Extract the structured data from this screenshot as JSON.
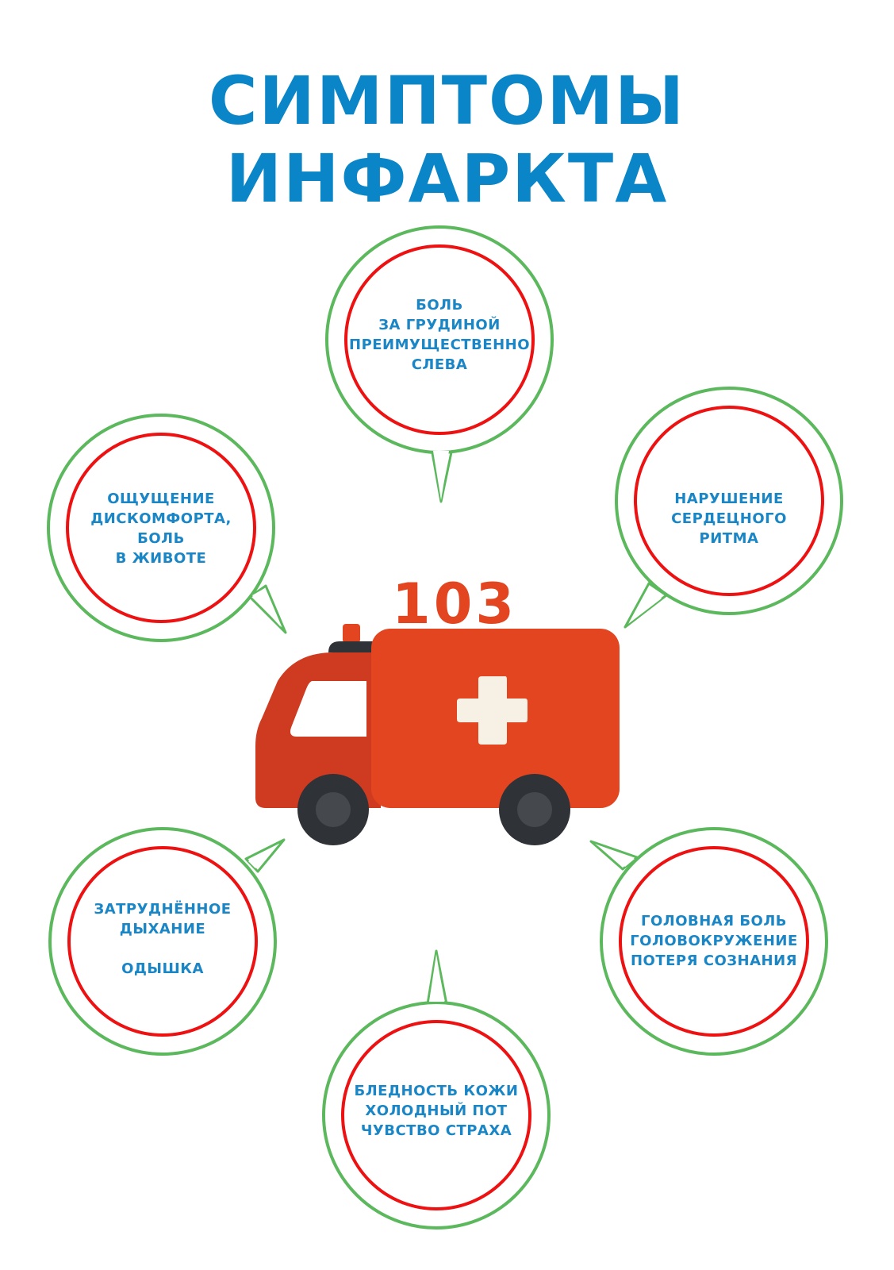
{
  "title": "СИМПТОМЫ ИНФАРКТА",
  "ambulance_number": "103",
  "colors": {
    "title": "#0a86c8",
    "outer_ring": "#5cb85c",
    "inner_ring": "#ee1111",
    "text": "#1a86c6",
    "ambulance_body": "#e2451f",
    "ambulance_cab": "#cf3b20",
    "cross": "#f7f0e4",
    "wheel": "#2f3236"
  },
  "symptoms": [
    {
      "lines": [
        "БОЛЬ",
        "ЗА ГРУДИНОЙ",
        "ПРЕИМУЩЕСТВЕННО",
        "СЛЕВА"
      ]
    },
    {
      "lines": [
        "НАРУШЕНИЕ",
        "СЕРДЕЦНОГО",
        "РИТМА"
      ]
    },
    {
      "lines": [
        "ГОЛОВНАЯ БОЛЬ",
        "ГОЛОВОКРУЖЕНИЕ",
        "ПОТЕРЯ СОЗНАНИЯ"
      ]
    },
    {
      "lines": [
        "БЛЕДНОСТЬ КОЖИ",
        "ХОЛОДНЫЙ ПОТ",
        "ЧУВСТВО СТРАХА"
      ]
    },
    {
      "lines": [
        "ЗАТРУДНЁННОЕ",
        "ДЫХАНИЕ",
        "",
        "ОДЫШКА"
      ]
    },
    {
      "lines": [
        "ОЩУЩЕНИЕ",
        "ДИСКОМФОРТА,",
        "БОЛЬ",
        "В ЖИВОТЕ"
      ]
    }
  ]
}
